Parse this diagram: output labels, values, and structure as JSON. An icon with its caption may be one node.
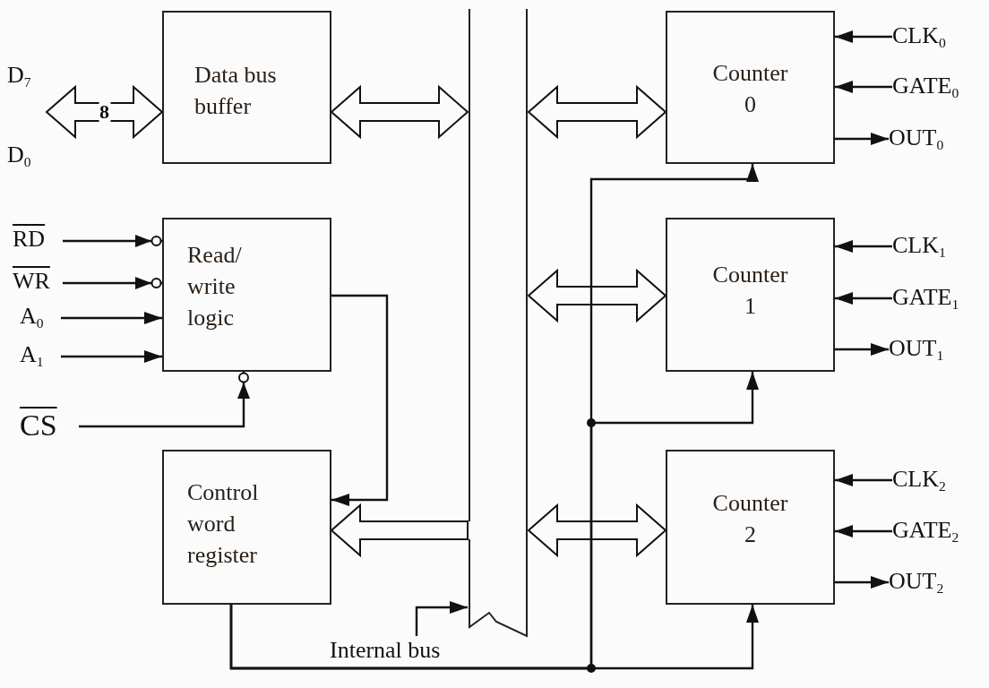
{
  "diagram": {
    "nodes": [
      {
        "text": [
          "D$_{7}$",
          "D$_{0}$"
        ]
      },
      {
        "text": [
          "Data bus buffer"
        ]
      },
      {
        "text": [],
        "shape": "bar"
      },
      {
        "text": [
          "Counter 0"
        ]
      },
      {
        "text": [
          "CLK$_{0}$"
        ]
      },
      {
        "text": [
          "GATE$_{0}$"
        ]
      },
      {
        "text": [
          "OUT$_{0}$"
        ]
      },
      {
        "text": [
          "RD"
        ]
      },
      {
        "text": [
          "WR"
        ]
      },
      {
        "text": [
          "A$_{0}$"
        ]
      },
      {
        "text": [
          "A$_{1}$"
        ]
      },
      {
        "text": [
          "Read/ write logic"
        ]
      },
      {
        "text": [
          "Counter 1"
        ]
      },
      {
        "text": [
          "CLK$_{1}$"
        ]
      },
      {
        "text": [
          "GATE$_{1}$"
        ]
      },
      {
        "text": [
          "OUT$_{1}$"
        ]
      },
      {
        "text": [
          "CS"
        ]
      },
      {
        "text": [
          "Control word register"
        ]
      },
      {
        "text": [
          "Counter 2"
        ]
      },
      {
        "text": [
          "CLK$_{2}$"
        ]
      },
      {
        "text": [
          "GATE$_{2}$"
        ]
      },
      {
        "text": [
          "OUT$_{2}$"
        ]
      },
      {
        "text": [
          "Internal bus"
        ]
      }
    ],
    "edges": [
      {
        "from": 0,
        "to": 1,
        "arrow": "both",
        "style": "thick",
        "label": "8"
      },
      {
        "from": 1,
        "to": 2,
        "arrow": "both",
        "style": "thick"
      },
      {
        "from": 2,
        "to": 3,
        "arrow": "both",
        "style": "thick"
      },
      {
        "from": 4,
        "to": 3,
        "arrow": "to"
      },
      {
        "from": 5,
        "to": 3,
        "arrow": "to"
      },
      {
        "from": 3,
        "to": 6,
        "arrow": "to"
      },
      {
        "from": 7,
        "to": 11,
        "arrow": "to"
      },
      {
        "from": 8,
        "to": 11,
        "arrow": "to"
      },
      {
        "from": 9,
        "to": 11,
        "arrow": "to"
      },
      {
        "from": 10,
        "to": 11,
        "arrow": "to"
      },
      {
        "from": 2,
        "to": 12,
        "arrow": "both",
        "style": "thick"
      },
      {
        "from": 13,
        "to": 12,
        "arrow": "to"
      },
      {
        "from": 14,
        "to": 12,
        "arrow": "to"
      },
      {
        "from": 12,
        "to": 15,
        "arrow": "to"
      },
      {
        "from": 16,
        "to": 11,
        "arrow": "to"
      },
      {
        "from": 11,
        "to": 17,
        "arrow": "to"
      },
      {
        "from": 2,
        "to": 17,
        "arrow": "to",
        "style": "thick"
      },
      {
        "from": 2,
        "to": 18,
        "arrow": "both",
        "style": "thick"
      },
      {
        "from": 19,
        "to": 18,
        "arrow": "to"
      },
      {
        "from": 20,
        "to": 18,
        "arrow": "to"
      },
      {
        "from": 18,
        "to": 21,
        "arrow": "to"
      },
      {
        "from": 22,
        "to": 2,
        "arrow": "to"
      },
      {
        "from": 17,
        "to": 3,
        "arrow": "to"
      },
      {
        "from": 17,
        "to": 12,
        "arrow": "to"
      },
      {
        "from": 17,
        "to": 18,
        "arrow": "to"
      }
    ]
  }
}
